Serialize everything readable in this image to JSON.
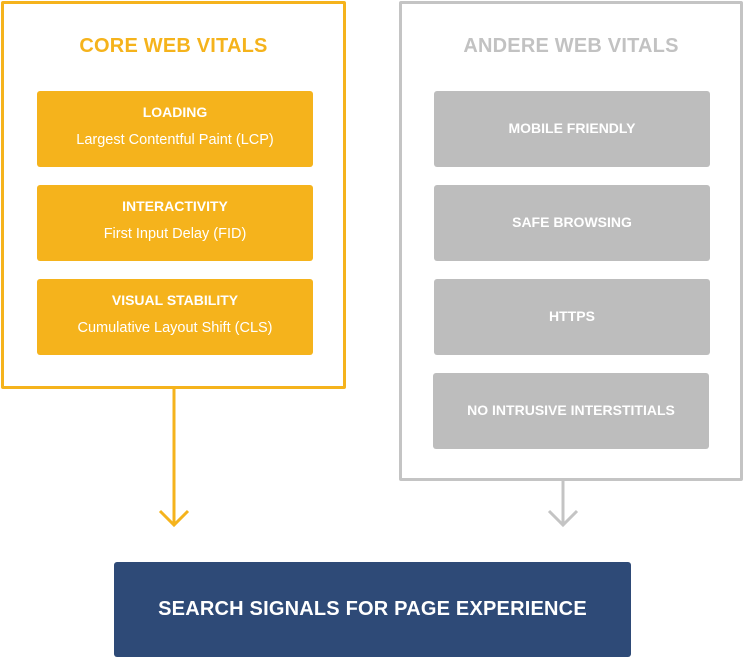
{
  "core": {
    "title": "CORE WEB VITALS",
    "color": "#f5b31c",
    "items": [
      {
        "title": "LOADING",
        "subtitle": "Largest Contentful Paint (LCP)"
      },
      {
        "title": "INTERACTIVITY",
        "subtitle": "First Input Delay (FID)"
      },
      {
        "title": "VISUAL STABILITY",
        "subtitle": "Cumulative Layout Shift (CLS)"
      }
    ]
  },
  "other": {
    "title": "ANDERE WEB VITALS",
    "color": "#c4c4c4",
    "box_color": "#bdbdbd",
    "items": [
      {
        "title": "MOBILE FRIENDLY"
      },
      {
        "title": "SAFE BROWSING"
      },
      {
        "title": "HTTPS"
      },
      {
        "title": "NO INTRUSIVE INTERSTITIALS"
      }
    ]
  },
  "result": {
    "label": "SEARCH SIGNALS FOR PAGE EXPERIENCE",
    "color": "#2e4a77"
  },
  "arrows": [
    {
      "from": "core",
      "to": "result",
      "icon": "arrow-down-icon",
      "color": "#f5b31c"
    },
    {
      "from": "other",
      "to": "result",
      "icon": "arrow-down-icon",
      "color": "#c4c4c4"
    }
  ]
}
